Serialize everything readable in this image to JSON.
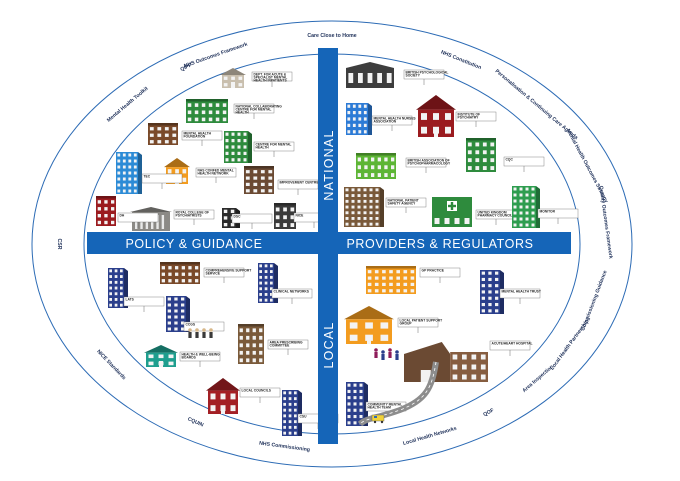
{
  "axes": {
    "horizontal_left": "POLICY & GUIDANCE",
    "horizontal_right": "PROVIDERS & REGULATORS",
    "vertical_top": "NATIONAL",
    "vertical_bottom": "LOCAL"
  },
  "ring_labels": [
    "Care Close to Home",
    "NHS Outcomes Framework",
    "NHS Constitution",
    "Personalisation & Continuing Care Agenda",
    "Mental Health Outcomes Strategy",
    "Quality Outcomes Framework",
    "Commissioning Guidance",
    "Local Health Partnerships",
    "Area Inspection",
    "QOF",
    "Local Health Networks",
    "NHS Commissioning",
    "CQUIN",
    "NICE Standards",
    "CSR",
    "Mental Health Toolkit",
    "QIPP"
  ],
  "buildings": [
    {
      "id": "b-dept-health",
      "sign": "DEPT. FOR ACUTE & SPECIALIST MENTAL HEALTH INPATIENTS",
      "color": "#c9bfae"
    },
    {
      "id": "b-collab-mh",
      "sign": "NATIONAL COLLABORATING CENTRE FOR MENTAL HEALTH",
      "color": "#2e8b3d"
    },
    {
      "id": "b-mh-foundation",
      "sign": "MENTAL HEALTH FOUNDATION",
      "color": "#7a4a2a"
    },
    {
      "id": "b-centre-mh",
      "sign": "CENTRE FOR MENTAL HEALTH",
      "color": "#2e8b3d"
    },
    {
      "id": "b-nhs-confed",
      "sign": "NHS CONFED MENTAL HEALTH NETWORK",
      "color": "#f39c1f"
    },
    {
      "id": "b-tec",
      "sign": "TEC",
      "color": "#2c8bd6"
    },
    {
      "id": "b-improvement",
      "sign": "IMPROVEMENT CENTRE",
      "color": "#6b4a33"
    },
    {
      "id": "b-rcpsych",
      "sign": "ROYAL COLLEGE OF PSYCHIATRISTS",
      "color": "#8c8a86"
    },
    {
      "id": "b-dh",
      "sign": "DH",
      "color": "#9b1b1f"
    },
    {
      "id": "b-dsc",
      "sign": "DSC",
      "color": "#2b2b2b"
    },
    {
      "id": "b-nice",
      "sign": "NICE",
      "color": "#3a3a3a"
    },
    {
      "id": "b-british-psych",
      "sign": "BRITISH PSYCHOLOGICAL SOCIETY",
      "color": "#3d3d3d"
    },
    {
      "id": "b-mh-nurses",
      "sign": "MENTAL HEALTH NURSES ASSOCIATION",
      "color": "#2c7bd6"
    },
    {
      "id": "b-inst-psych",
      "sign": "INSTITUTE OF PSYCHIATRY",
      "color": "#9b1b1f"
    },
    {
      "id": "b-british-assoc",
      "sign": "BRITISH ASSOCIATION OF PSYCHOPHARMACOLOGY",
      "color": "#5db535"
    },
    {
      "id": "b-cqc",
      "sign": "CQC",
      "color": "#2e8b3d"
    },
    {
      "id": "b-nat-patient",
      "sign": "NATIONAL PATIENT SAFETY AGENCY",
      "color": "#7a5a3a"
    },
    {
      "id": "b-united-kingdom",
      "sign": "UNITED KINGDOM PHARMACY COUNCIL",
      "color": "#2e8b3d"
    },
    {
      "id": "b-monitor",
      "sign": "MONITOR",
      "color": "#2e9d4f"
    },
    {
      "id": "b-comprehensive",
      "sign": "COMPREHENSIVE SUPPORT SERVICE",
      "color": "#7a4a2a"
    },
    {
      "id": "b-clinical-networks",
      "sign": "CLINICAL NETWORKS",
      "color": "#2b3f8c"
    },
    {
      "id": "b-lats",
      "sign": "LATS",
      "color": "#2b3f8c"
    },
    {
      "id": "b-ccgs",
      "sign": "CCGS",
      "color": "#2b3f8c"
    },
    {
      "id": "b-health-wellbeing",
      "sign": "HEALTH & WELL-BEING BOARDS",
      "color": "#1e9e8e"
    },
    {
      "id": "b-area-prescribing",
      "sign": "AREA PRESCRIBING COMMITTEE",
      "color": "#7a5a3a"
    },
    {
      "id": "b-local-councils",
      "sign": "LOCAL COUNCILS",
      "color": "#a31f24"
    },
    {
      "id": "b-csu",
      "sign": "CSU",
      "color": "#2b3f8c"
    },
    {
      "id": "b-gp-practice",
      "sign": "GP PRACTICE",
      "color": "#f39c1f"
    },
    {
      "id": "b-mh-trust",
      "sign": "MENTAL HEALTH TRUST",
      "color": "#2b3f8c"
    },
    {
      "id": "b-local-patient",
      "sign": "LOCAL PATIENT SUPPORT GROUP",
      "color": "#f39c1f"
    },
    {
      "id": "b-acute-hospital",
      "sign": "ACUTE/HEART HOSPITAL",
      "color": "#6b4a33"
    },
    {
      "id": "b-community",
      "sign": "COMMUNITY MENTAL HEALTH TEAM",
      "color": "#2b3f8c"
    }
  ],
  "colors": {
    "band": "#1565b8",
    "ring": "#2c6bb5",
    "ring_text": "#1d2f58",
    "road": "#8d8d8d"
  }
}
